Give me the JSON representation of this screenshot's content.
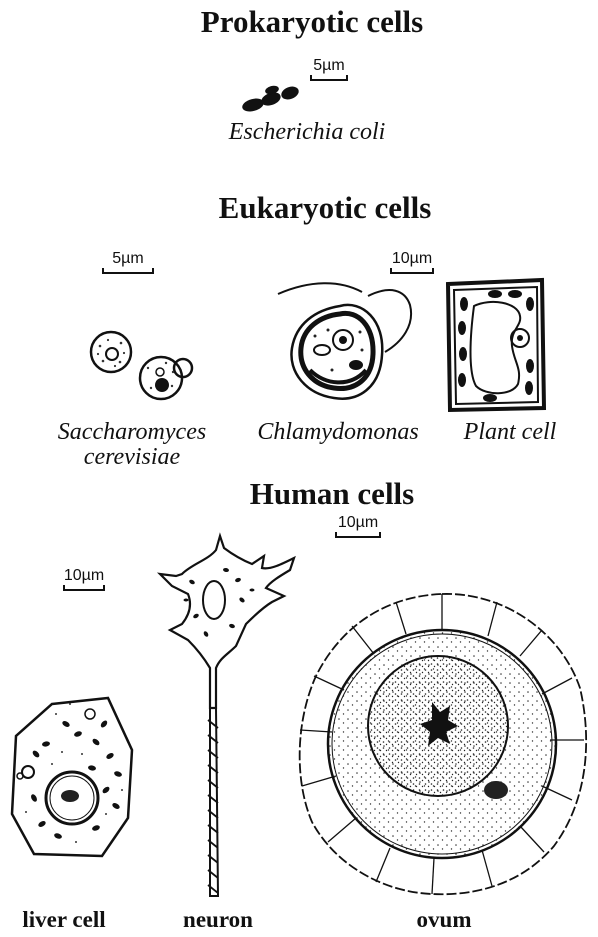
{
  "sections": {
    "prokaryotic": {
      "title": "Prokaryotic cells"
    },
    "eukaryotic": {
      "title": "Eukaryotic cells"
    },
    "human": {
      "title": "Human cells"
    }
  },
  "scale_bars": {
    "ecoli": "5µm",
    "yeast": "5µm",
    "chlamy_plant": "10µm",
    "ovum": "10µm",
    "liver": "10µm"
  },
  "labels": {
    "ecoli": "Escherichia coli",
    "yeast_line1": "Saccharomyces",
    "yeast_line2": "cerevisiae",
    "chlamydomonas": "Chlamydomonas",
    "plant_cell": "Plant cell",
    "liver_cell": "liver cell",
    "neuron": "neuron",
    "ovum": "ovum"
  }
}
